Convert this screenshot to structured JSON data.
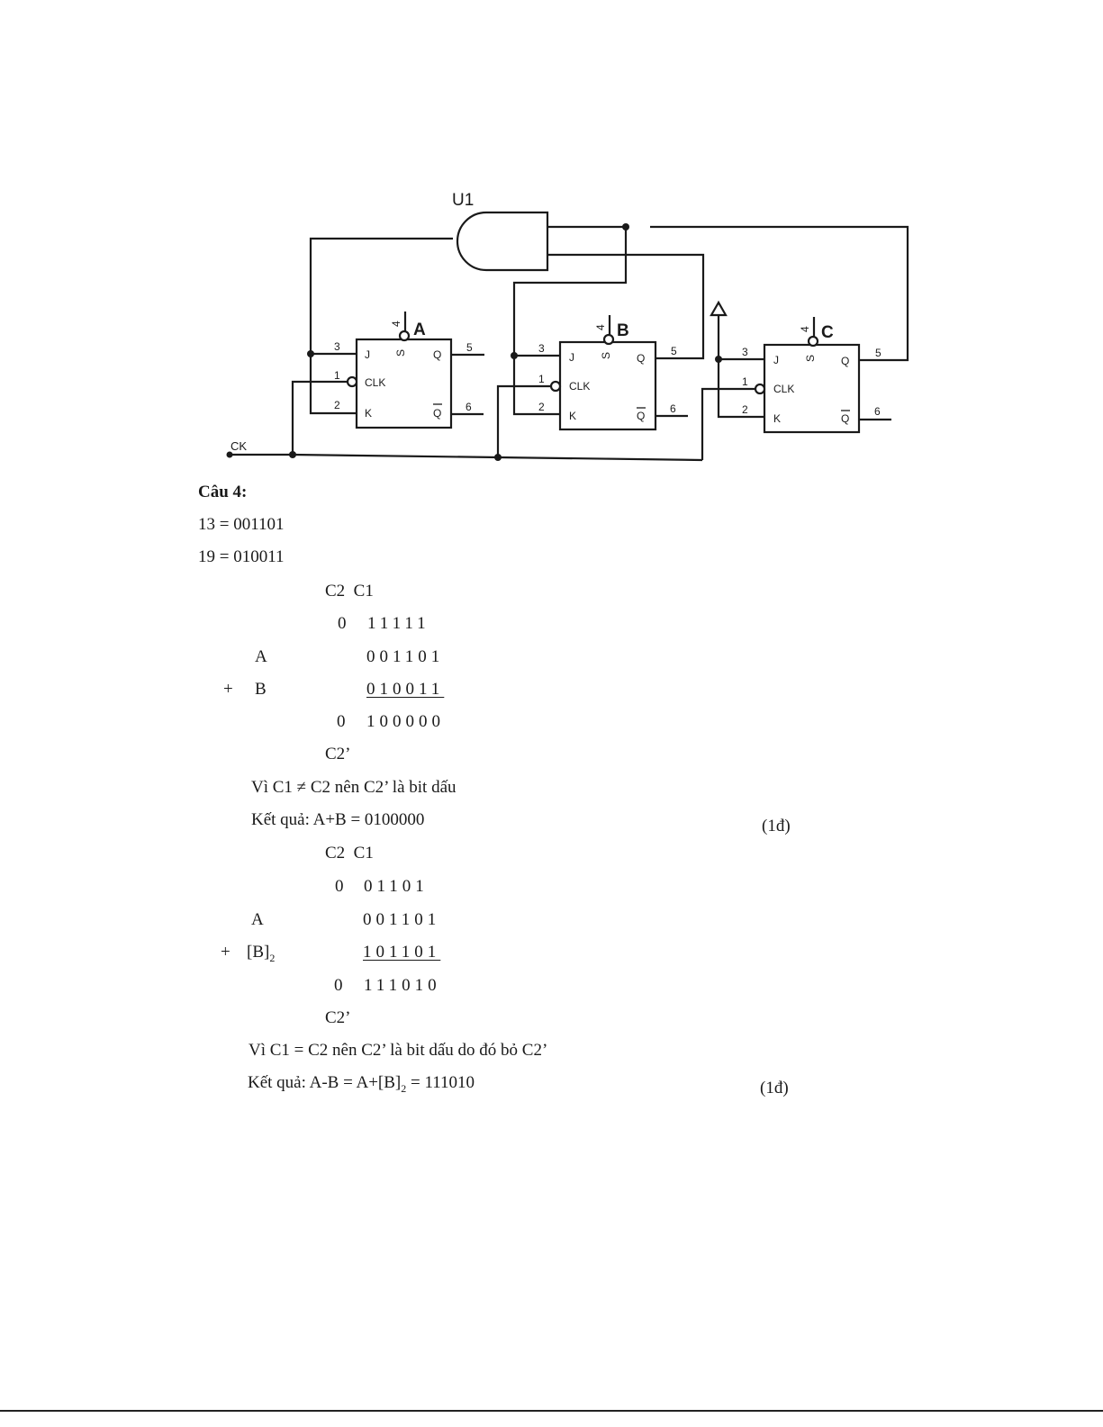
{
  "circuit": {
    "gate_label": "U1",
    "clock_label": "CK",
    "flipflops": [
      {
        "name": "A",
        "pin_s": "4",
        "pin_j": "3",
        "pin_clk": "1",
        "pin_k": "2",
        "pin_q": "5",
        "pin_qbar": "6"
      },
      {
        "name": "B",
        "pin_s": "4",
        "pin_j": "3",
        "pin_clk": "1",
        "pin_k": "2",
        "pin_q": "5",
        "pin_qbar": "6"
      },
      {
        "name": "C",
        "pin_s": "4",
        "pin_j": "3",
        "pin_clk": "1",
        "pin_k": "2",
        "pin_q": "5",
        "pin_qbar": "6"
      }
    ],
    "labels": {
      "j": "J",
      "k": "K",
      "clk": "CLK",
      "q": "Q",
      "qbar": "Q",
      "s": "S"
    }
  },
  "question": {
    "title": "Câu 4:",
    "line1": "13 = 001101",
    "line2": "19 = 010011"
  },
  "addition": {
    "carry_header": "C2  C1",
    "carry_c2": "0",
    "carry_bits": "11111",
    "label_a": "A",
    "operand_a": "001101",
    "plus": "+",
    "label_b": "B",
    "operand_b": "010011",
    "sum_c": "0",
    "sum_bits": "100000",
    "c2p": "C2’",
    "note": "Vì C1 ≠ C2 nên C2’ là bit dấu",
    "result": "Kết quả: A+B = 0100000",
    "score": "(1đ)"
  },
  "subtraction": {
    "carry_header": "C2  C1",
    "carry_c2": "0",
    "carry_bits": "01101",
    "label_a": "A",
    "operand_a": "001101",
    "plus": "+",
    "label_b_main": "[B]",
    "label_b_sub": "2",
    "operand_b": "101101",
    "sum_c": "0",
    "sum_bits": "111010",
    "c2p": "C2’",
    "note": "Vì C1 = C2 nên C2’ là bit dấu do đó bỏ C2’",
    "result_pre": "Kết quả: A-B = A+[B]",
    "result_sub": "2",
    "result_post": " = 111010",
    "score": "(1đ)"
  }
}
